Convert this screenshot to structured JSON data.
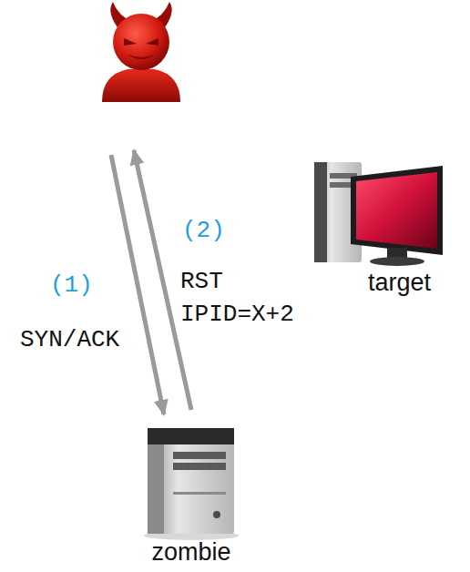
{
  "diagram": {
    "nodes": [
      {
        "text": []
      },
      {
        "text": [
          "target"
        ]
      },
      {
        "text": [
          "zombie"
        ]
      }
    ],
    "edges": [
      {
        "from": 0,
        "to": 2,
        "arrow": "to",
        "label": "SYN/ACK"
      },
      {
        "from": 2,
        "to": 0,
        "arrow": "to",
        "label": "RST IPID=X+2"
      }
    ],
    "labels": [
      "(1)",
      "(2)"
    ]
  }
}
